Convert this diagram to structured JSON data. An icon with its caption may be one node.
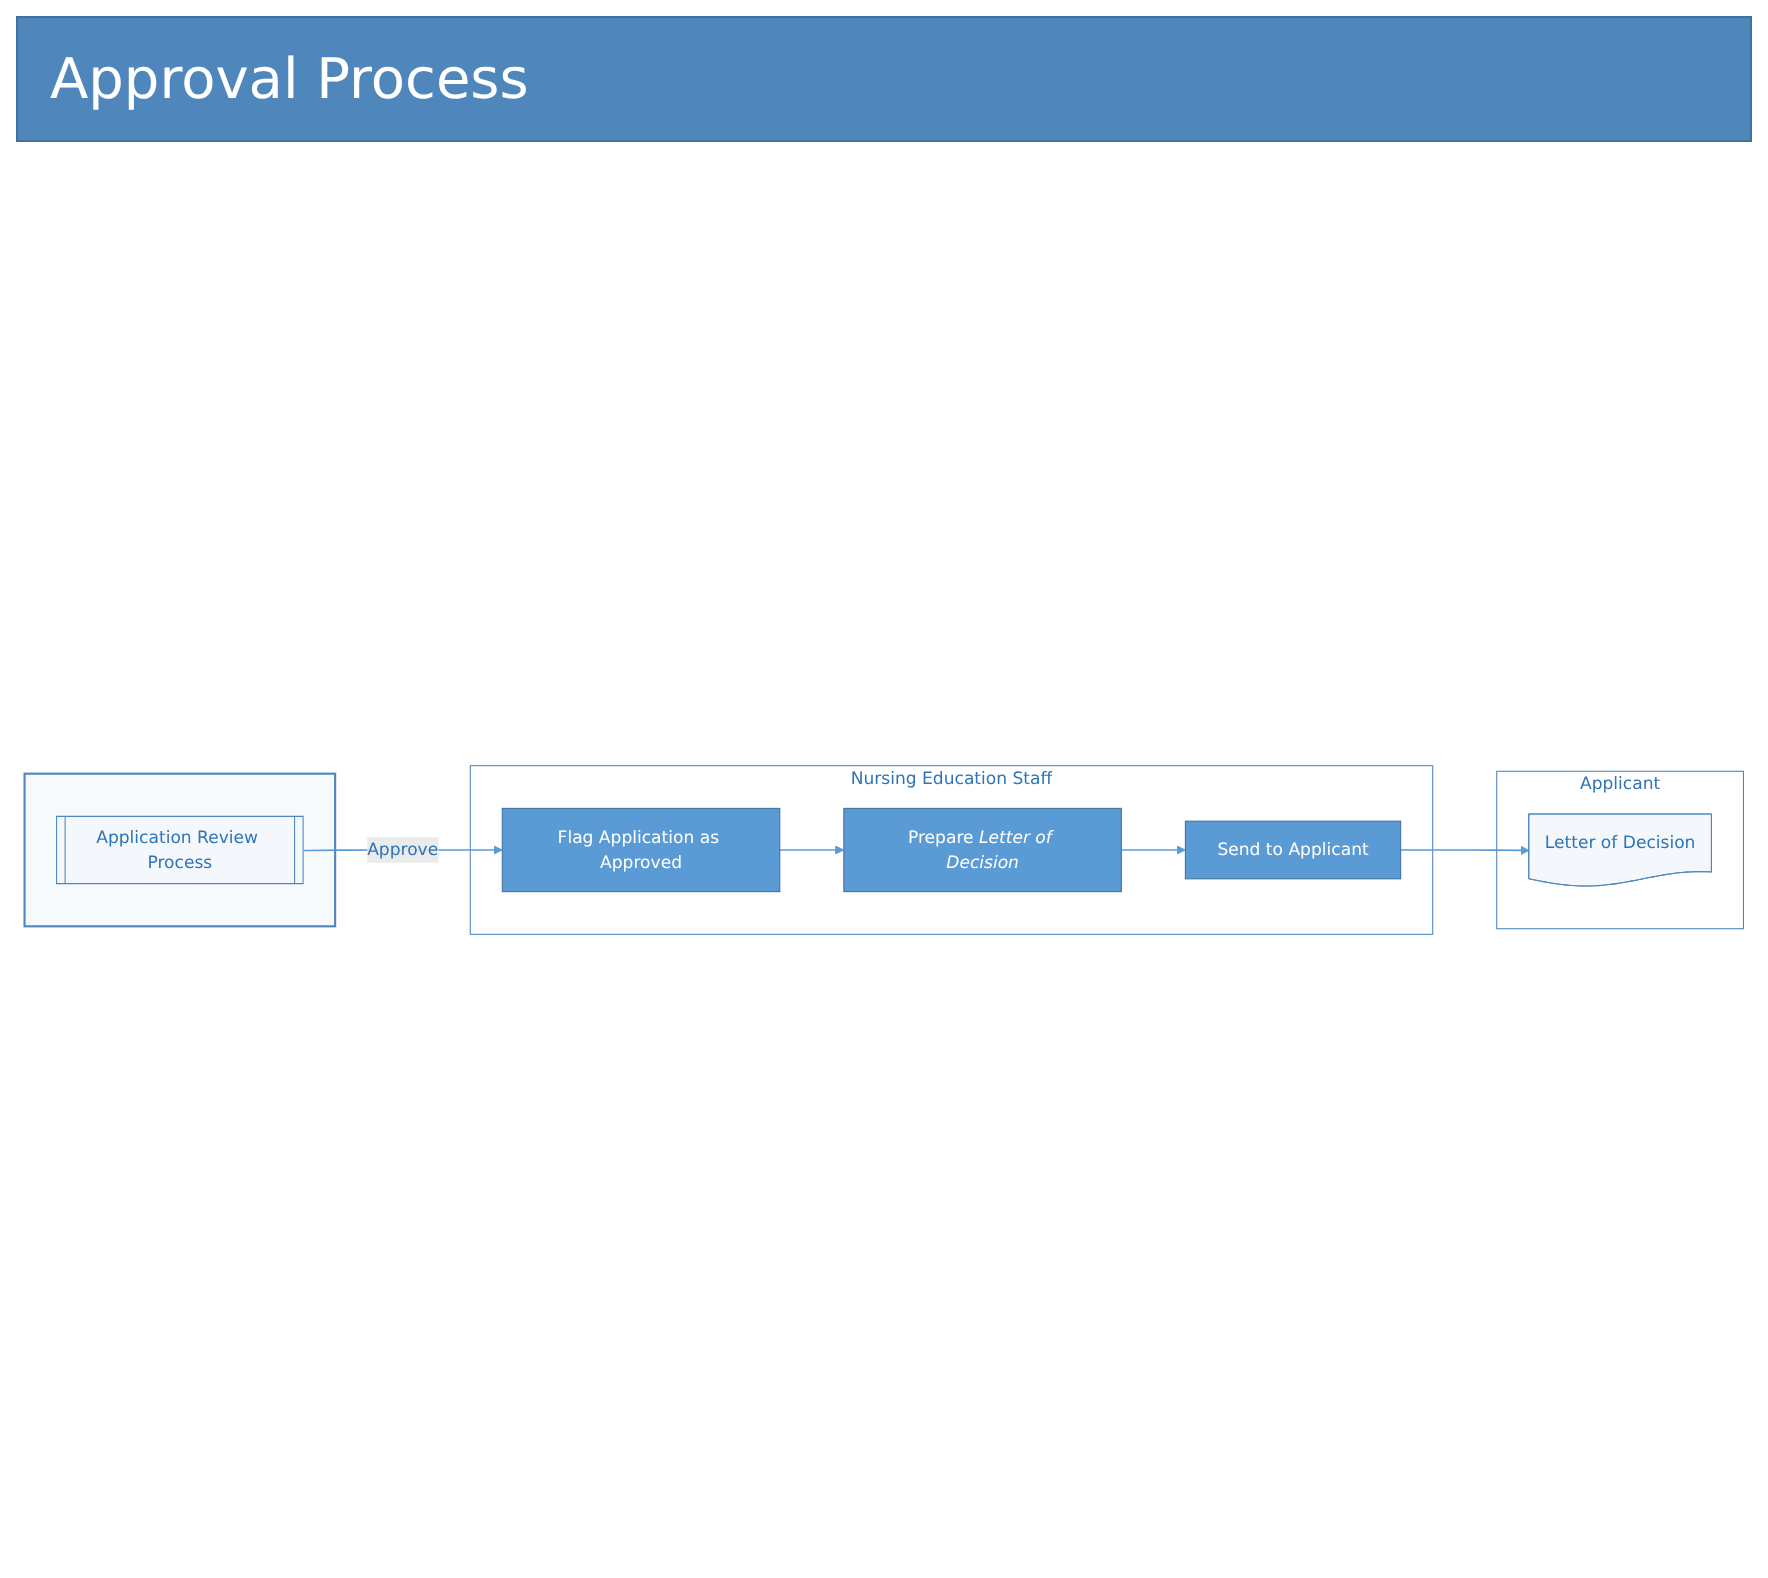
{
  "diagram": {
    "title": "Approval Process",
    "nodes": [
      {
        "text": [],
        "shape": "band"
      },
      {
        "text": [
          "Application Review Process"
        ],
        "in": 0
      },
      {
        "text": [
          "Applicant"
        ]
      },
      {
        "text": [
          "Letter of Decision"
        ],
        "in": 2
      },
      {
        "text": [
          "Nursing Education Staff"
        ]
      },
      {
        "text": [
          "Flag Application as Approved"
        ],
        "in": 4
      },
      {
        "text": [
          "Prepare *Letter of Decision*"
        ],
        "in": 4
      },
      {
        "text": [
          "Send to Applicant"
        ],
        "in": 4
      }
    ],
    "edges": [
      {
        "from": 1,
        "to": 5,
        "label": "Approve",
        "arrow": "to"
      },
      {
        "from": 5,
        "to": 6,
        "arrow": "to"
      },
      {
        "from": 6,
        "to": 7,
        "arrow": "to"
      },
      {
        "from": 7,
        "to": 3,
        "arrow": "to"
      }
    ]
  }
}
